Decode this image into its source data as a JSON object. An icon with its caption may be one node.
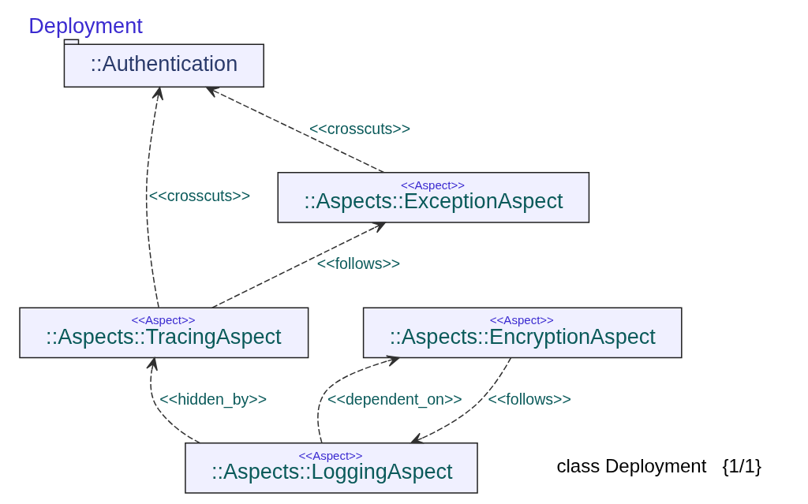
{
  "diagram": {
    "title": "Deployment",
    "nodes": [
      {
        "text": [
          "::Authentication"
        ]
      },
      {
        "text": [
          "<<Aspect>>",
          "::Aspects::ExceptionAspect"
        ]
      },
      {
        "text": [
          "<<Aspect>>",
          "::Aspects::LoggingAspect"
        ]
      },
      {
        "text": [
          "<<Aspect>>",
          "::Aspects::TracingAspect"
        ]
      },
      {
        "text": [
          "<<Aspect>>",
          "::Aspects::EncryptionAspect"
        ]
      }
    ],
    "edges": [
      {
        "from": 1,
        "to": 0,
        "arrow": "to",
        "style": "dashed",
        "label": "<<crosscuts>>"
      },
      {
        "from": 3,
        "to": 0,
        "arrow": "to",
        "style": "dashed",
        "label": "<<crosscuts>>"
      },
      {
        "from": 3,
        "to": 1,
        "arrow": "to",
        "style": "dashed",
        "label": "<<follows>>"
      },
      {
        "from": 2,
        "to": 3,
        "arrow": "to",
        "style": "dashed",
        "label": "<<hidden_by>>"
      },
      {
        "from": 2,
        "to": 4,
        "arrow": "to",
        "style": "dashed",
        "label": "<<dependent_on>>"
      },
      {
        "from": 4,
        "to": 2,
        "arrow": "to",
        "style": "dashed",
        "label": "<<follows>>"
      }
    ],
    "labels": [
      "class Deployment   {1/1}"
    ]
  }
}
